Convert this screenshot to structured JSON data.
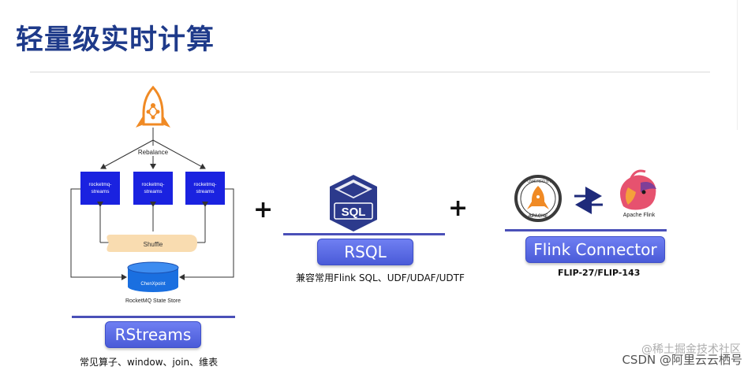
{
  "title": "轻量级实时计算",
  "rstreams": {
    "rebalance_label": "Rebalance",
    "stream_nodes": [
      "rocketmq-\nstreams",
      "rocketmq-\nstreams",
      "rocketmq-\nstreams"
    ],
    "shuffle_label": "Shuffle",
    "store_node_label": "ChenXpoint",
    "store_label": "RocketMQ State Store",
    "button_label": "RStreams",
    "caption": "常见算子、window、join、维表"
  },
  "rsql": {
    "icon_text": "SQL",
    "button_label": "RSQL",
    "caption": "兼容常用Flink SQL、UDF/UDAF/UDTF"
  },
  "flink": {
    "badge_top": "POWERED BY",
    "badge_bottom": "APACHE",
    "apache_flink_label": "Apache Flink",
    "button_label": "Flink Connector",
    "caption": "FLIP-27/FLIP-143"
  },
  "plus_signs": [
    "+",
    "+"
  ],
  "watermark": {
    "line1": "@稀土掘金技术社区",
    "line2": "CSDN @阿里云云栖号"
  },
  "colors": {
    "title": "#1e3a8a",
    "node_blue": "#1a22e0",
    "button": "#5a6be0",
    "rocket": "#f08a24",
    "cylinder": "#1a6fe0",
    "shuffle": "#f9dcb0"
  }
}
